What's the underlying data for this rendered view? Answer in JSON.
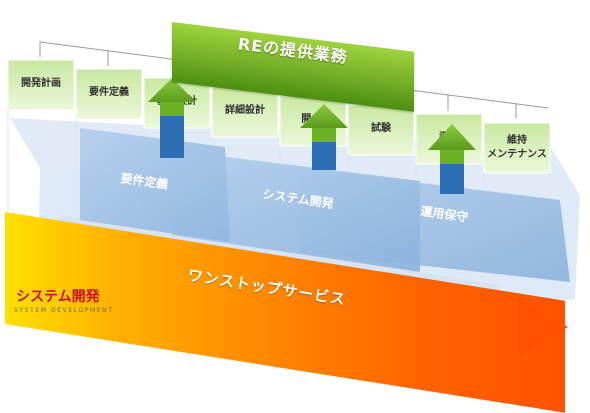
{
  "banner": {
    "title": "REの提供業務"
  },
  "phases": [
    {
      "label": "開発計画"
    },
    {
      "label": "要件定義"
    },
    {
      "label": "基本設計"
    },
    {
      "label": "詳細設計"
    },
    {
      "label": "開 発"
    },
    {
      "label": "試験"
    },
    {
      "label": "導入"
    },
    {
      "label": "維持",
      "label2": "メンテナンス"
    }
  ],
  "slabs": [
    {
      "label": "要件定義"
    },
    {
      "label": "システム開発"
    },
    {
      "label": "運用保守"
    }
  ],
  "service_bar": {
    "label": "ワンストップサービス"
  },
  "system_dev": {
    "title": "システム開発",
    "subtitle": "SYSTEM DEVELOPMENT"
  },
  "colors": {
    "green": "#6bb224",
    "blue": "#2c6fb5",
    "orange": "#ff6a00",
    "red": "#c8102e"
  }
}
